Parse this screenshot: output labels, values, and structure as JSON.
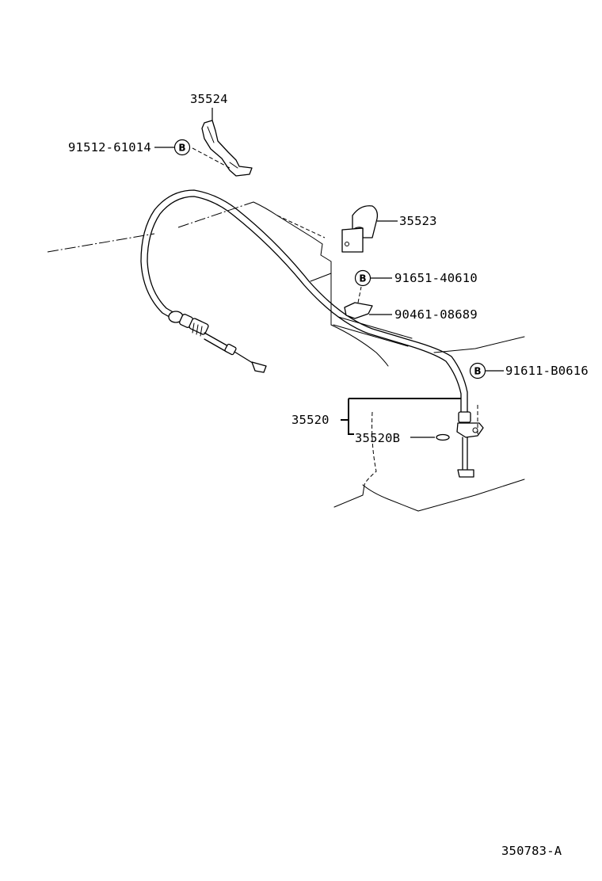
{
  "parts": {
    "p35524": "35524",
    "p91512": "91512-61014",
    "p35523": "35523",
    "p91651": "91651-40610",
    "p90461": "90461-08689",
    "p91611": "91611-B0616",
    "p35520": "35520",
    "p35520B": "35520B"
  },
  "bolt_marker": "B",
  "figure_code": "350783-A"
}
